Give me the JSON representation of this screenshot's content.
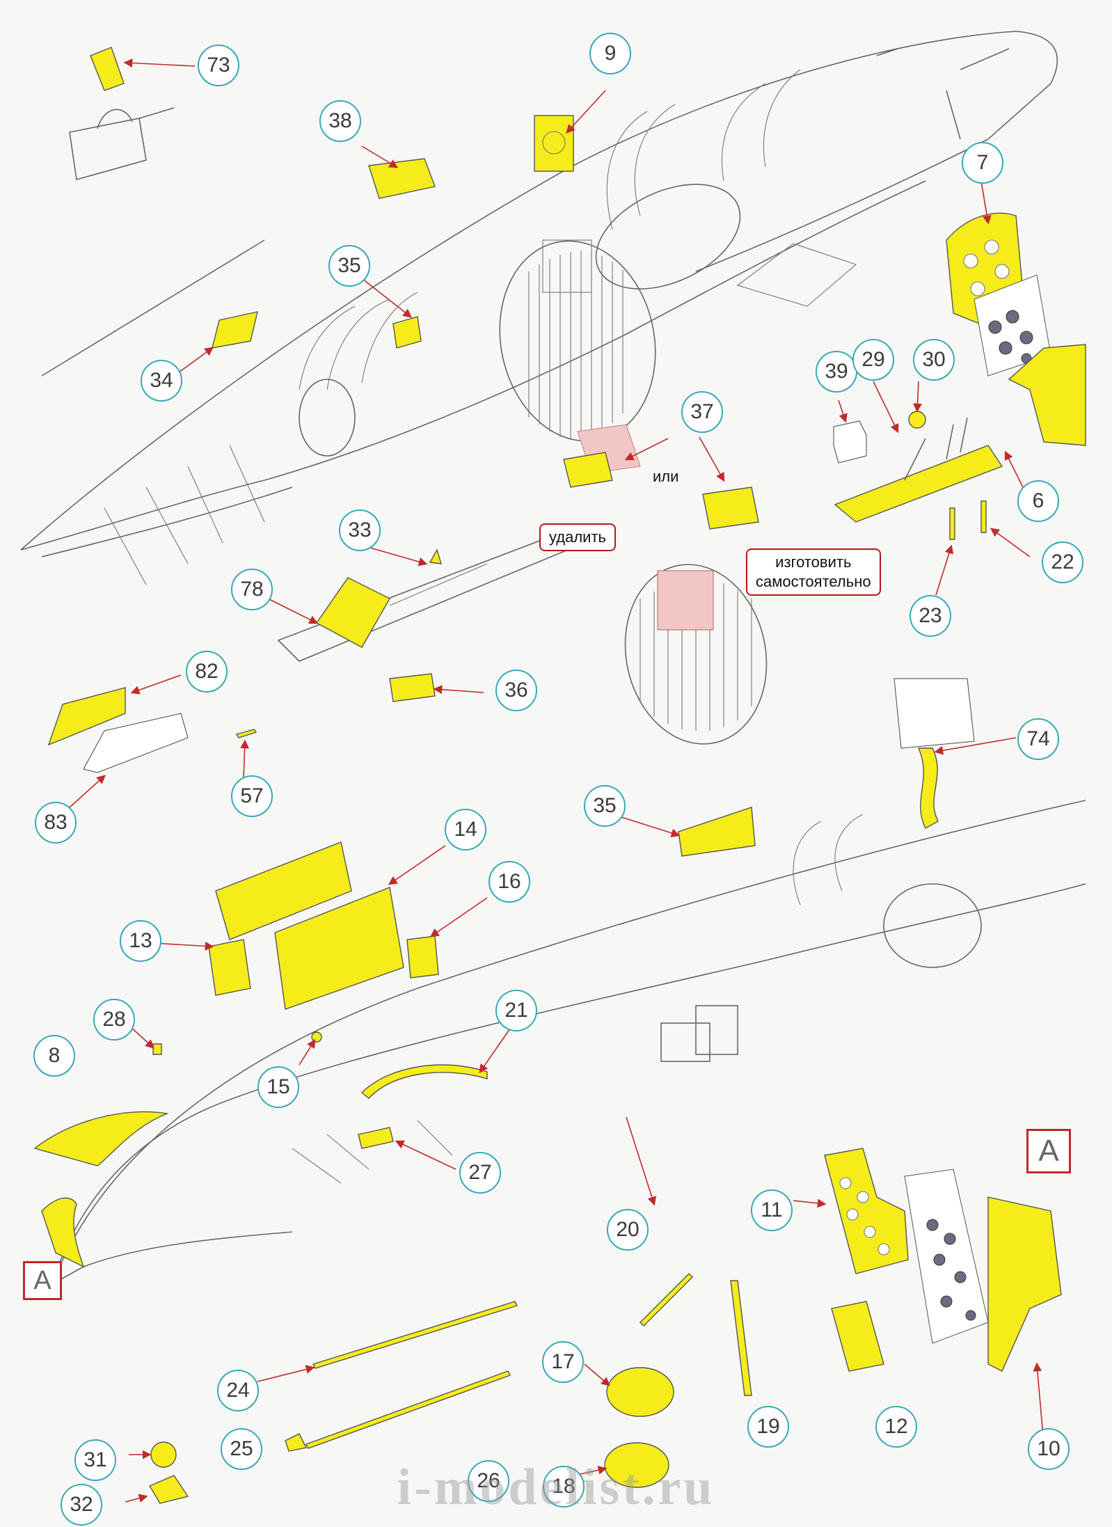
{
  "callouts": [
    {
      "id": "c73",
      "label": "73"
    },
    {
      "id": "c9",
      "label": "9"
    },
    {
      "id": "c38",
      "label": "38"
    },
    {
      "id": "c7",
      "label": "7"
    },
    {
      "id": "c35a",
      "label": "35"
    },
    {
      "id": "c34",
      "label": "34"
    },
    {
      "id": "c39",
      "label": "39"
    },
    {
      "id": "c29",
      "label": "29"
    },
    {
      "id": "c30",
      "label": "30"
    },
    {
      "id": "c37",
      "label": "37"
    },
    {
      "id": "c6",
      "label": "6"
    },
    {
      "id": "c33",
      "label": "33"
    },
    {
      "id": "c22",
      "label": "22"
    },
    {
      "id": "c23",
      "label": "23"
    },
    {
      "id": "c78",
      "label": "78"
    },
    {
      "id": "c82",
      "label": "82"
    },
    {
      "id": "c36",
      "label": "36"
    },
    {
      "id": "c74",
      "label": "74"
    },
    {
      "id": "c57",
      "label": "57"
    },
    {
      "id": "c83",
      "label": "83"
    },
    {
      "id": "c35b",
      "label": "35"
    },
    {
      "id": "c14",
      "label": "14"
    },
    {
      "id": "c16",
      "label": "16"
    },
    {
      "id": "c13",
      "label": "13"
    },
    {
      "id": "c21",
      "label": "21"
    },
    {
      "id": "c28",
      "label": "28"
    },
    {
      "id": "c8",
      "label": "8"
    },
    {
      "id": "c15",
      "label": "15"
    },
    {
      "id": "c27",
      "label": "27"
    },
    {
      "id": "c20",
      "label": "20"
    },
    {
      "id": "c11",
      "label": "11"
    },
    {
      "id": "c17",
      "label": "17"
    },
    {
      "id": "c24",
      "label": "24"
    },
    {
      "id": "c31",
      "label": "31"
    },
    {
      "id": "c25",
      "label": "25"
    },
    {
      "id": "c19",
      "label": "19"
    },
    {
      "id": "c12",
      "label": "12"
    },
    {
      "id": "c10",
      "label": "10"
    },
    {
      "id": "c26",
      "label": "26"
    },
    {
      "id": "c18",
      "label": "18"
    },
    {
      "id": "c32",
      "label": "32"
    }
  ],
  "notes": {
    "ili": "или",
    "udalit": "удалить",
    "izgotovit_line1": "изготовить",
    "izgotovit_line2": "самостоятельно"
  },
  "markers": {
    "a_top": "A",
    "a_left": "A"
  },
  "watermark": "i-modelist.ru",
  "colors": {
    "part_fill": "#f5ec1a",
    "callout_ring": "#3aa8b8",
    "arrow": "#c02a2a",
    "marker_border": "#c0282c",
    "remove_highlight": "#f3c6c6"
  }
}
